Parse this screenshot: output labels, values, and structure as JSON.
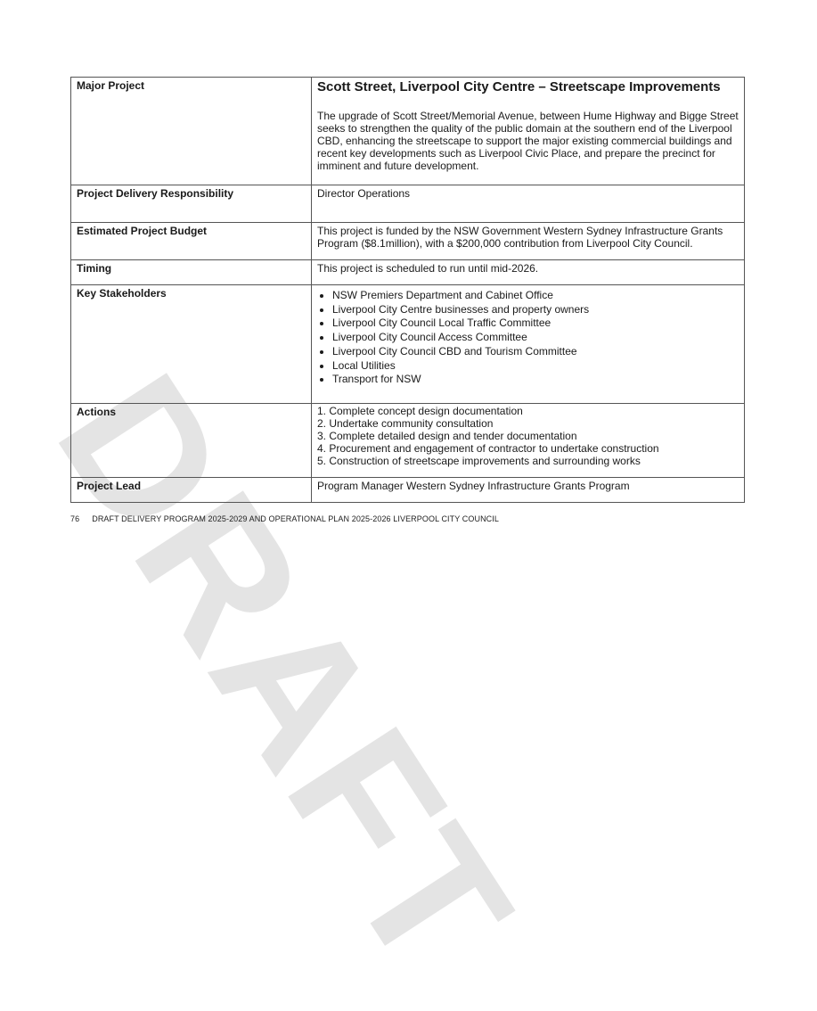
{
  "table": {
    "major_project": {
      "label": "Major Project",
      "title": "Scott Street, Liverpool City Centre – Streetscape Improvements",
      "description": "The upgrade of Scott Street/Memorial Avenue, between Hume Highway and Bigge Street seeks to strengthen the quality of the public domain at the southern end of the Liverpool CBD, enhancing the streetscape to support the major existing commercial buildings and recent key developments such as Liverpool Civic Place, and prepare the precinct for imminent and future development."
    },
    "delivery": {
      "label": "Project Delivery Responsibility",
      "value": "Director Operations"
    },
    "budget": {
      "label": "Estimated Project Budget",
      "value": "This project is funded by the NSW Government Western Sydney Infrastructure Grants Program ($8.1million), with a $200,000 contribution from Liverpool City Council."
    },
    "timing": {
      "label": "Timing",
      "value": "This project is scheduled to run until mid-2026."
    },
    "stakeholders": {
      "label": "Key Stakeholders",
      "items": [
        "NSW Premiers Department and Cabinet Office",
        "Liverpool City Centre businesses and property owners",
        "Liverpool City Council Local Traffic Committee",
        "Liverpool City Council Access Committee",
        "Liverpool City Council CBD and Tourism Committee",
        "Local Utilities",
        "Transport for NSW"
      ]
    },
    "actions": {
      "label": "Actions",
      "items": [
        "1. Complete concept design documentation",
        "2. Undertake community consultation",
        "3. Complete detailed design and tender documentation",
        "4. Procurement and engagement of contractor to undertake construction",
        "5. Construction of streetscape improvements and surrounding works"
      ]
    },
    "lead": {
      "label": "Project Lead",
      "value": "Program Manager Western Sydney Infrastructure Grants Program"
    }
  },
  "footer": {
    "page_number": "76",
    "text": "DRAFT DELIVERY PROGRAM 2025-2029 AND OPERATIONAL PLAN 2025-2026 LIVERPOOL CITY COUNCIL"
  },
  "watermark": "DRAFT"
}
